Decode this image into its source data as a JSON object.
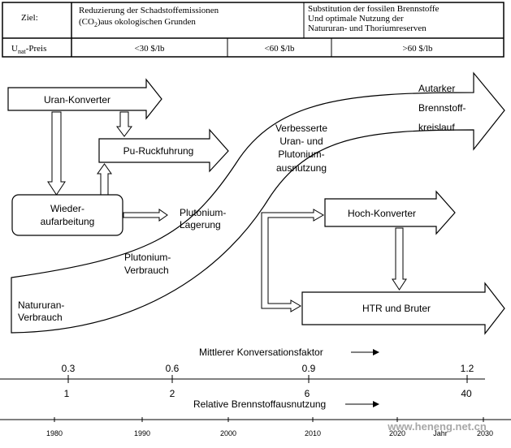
{
  "table": {
    "ziel_label": "Ziel:",
    "goal_left_line1": "Reduzierung der Schadstoffemissionen",
    "goal_left_line2_a": "(CO",
    "goal_left_line2_sub": "2",
    "goal_left_line2_b": ")aus okologischen Grunden",
    "goal_right_line1": "Substitution der fossilen Brennstoffe",
    "goal_right_line2": "Und optimale Nutzung der",
    "goal_right_line3": "Natururan- und Thoriumreserven",
    "price_label_a": "U",
    "price_label_sub": "nat",
    "price_label_b": "-Preis",
    "price_1": "<30 $/lb",
    "price_2": "<60 $/lb",
    "price_3": ">60 $/lb"
  },
  "diagram": {
    "uran_konverter": "Uran-Konverter",
    "pu_ruckfuhrung": "Pu-Ruckfuhrung",
    "wieder_line1": "Wieder-",
    "wieder_line2": "aufarbeitung",
    "plut_lager_line1": "Plutonium-",
    "plut_lager_line2": "Lagerung",
    "plut_verb_line1": "Plutonium-",
    "plut_verb_line2": "Verbrauch",
    "natur_line1": "Natururan-",
    "natur_line2": "Verbrauch",
    "verbesserte_line1": "Verbesserte",
    "verbesserte_line2": "Uran- und",
    "verbesserte_line3": "Plutonium-",
    "verbesserte_line4": "ausnutzung",
    "autarker_line1": "Autarker",
    "autarker_line2": "Brennstoff-",
    "autarker_line3": "kreislauf",
    "hoch_konverter": "Hoch-Konverter",
    "htr_bruter": "HTR und Bruter"
  },
  "scale": {
    "conv_label": "Mittlerer Konversationsfaktor",
    "conv_ticks": [
      "0.3",
      "0.6",
      "0.9",
      "1.2"
    ],
    "util_ticks": [
      "1",
      "2",
      "6",
      "40"
    ],
    "util_label": "Relative Brennstoffausnutzung",
    "years": [
      "1980",
      "1990",
      "2000",
      "2010",
      "2020",
      "2030"
    ],
    "jahr_label": "Jahr",
    "watermark": "www.heneng.net.cn"
  }
}
